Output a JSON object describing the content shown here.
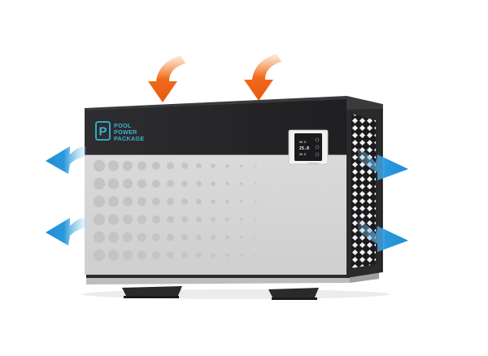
{
  "product": {
    "brand_lines": [
      "POOL",
      "POWER",
      "PACKAGE"
    ],
    "logo_letter": "P",
    "logo_icon": "brand-p-logo-icon",
    "control_panel": {
      "line_1": "88.8",
      "line_2": "25.0",
      "line_3": "88.8"
    }
  },
  "colors": {
    "intake_arrow": "#f06a1c",
    "exhaust_arrow": "#1e8fd6",
    "body_top": "#2c2c2e",
    "body_front": "#d5d5d5",
    "brand": "#3bb1d6"
  },
  "airflow": {
    "intake_icon": "curved-arrow-down-icon",
    "exhaust_icon": "curved-arrow-side-icon"
  }
}
